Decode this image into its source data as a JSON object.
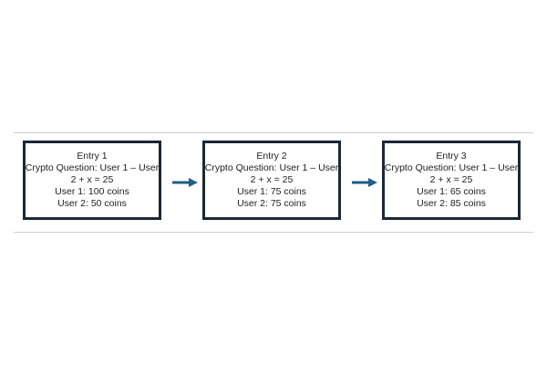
{
  "diagram": {
    "colors": {
      "box_border": "#1c2833",
      "arrow": "#1f5f86",
      "text": "#1e1e1e"
    },
    "blocks": [
      {
        "title": "Entry 1",
        "question_line1": "Crypto Question: User 1 – User",
        "question_line2": "2 + x = 25",
        "user1": "User 1: 100 coins",
        "user2": "User 2: 50 coins"
      },
      {
        "title": "Entry 2",
        "question_line1": "Crypto Question: User 1 – User",
        "question_line2": "2 + x = 25",
        "user1": "User 1: 75 coins",
        "user2": "User 2: 75 coins"
      },
      {
        "title": "Entry 3",
        "question_line1": "Crypto Question: User 1 – User",
        "question_line2": "2 + x = 25",
        "user1": "User 1: 65 coins",
        "user2": "User 2: 85 coins"
      }
    ],
    "arrows": [
      {
        "from": "Entry 1",
        "to": "Entry 2",
        "icon": "right-arrow-icon"
      },
      {
        "from": "Entry 2",
        "to": "Entry 3",
        "icon": "right-arrow-icon"
      }
    ]
  }
}
